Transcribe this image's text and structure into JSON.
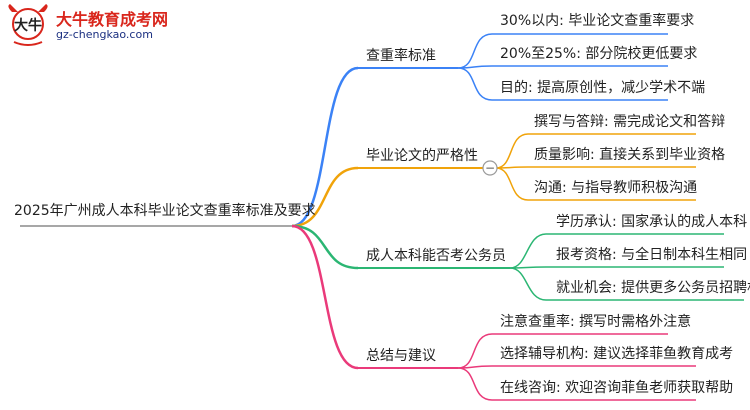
{
  "logo": {
    "name": "大牛教育成考网",
    "url": "gz-chengkao.com",
    "mark_text": "大牛"
  },
  "colors": {
    "branch_1": "#3b82f6",
    "branch_2": "#f0a30a",
    "branch_3": "#2bb673",
    "branch_4": "#ea3a7a",
    "root_line": "#8a8a8a"
  },
  "root": "2025年广州成人本科毕业论文查重率标准及要求",
  "branches": [
    {
      "label": "查重率标准",
      "children": [
        "30%以内: 毕业论文查重率要求",
        "20%至25%: 部分院校更低要求",
        "目的: 提高原创性，减少学术不端"
      ]
    },
    {
      "label": "毕业论文的严格性",
      "collapse_symbol": "−",
      "children": [
        "撰写与答辩: 需完成论文和答辩",
        "质量影响: 直接关系到毕业资格",
        "沟通: 与指导教师积极沟通"
      ]
    },
    {
      "label": "成人本科能否考公务员",
      "children": [
        "学历承认: 国家承认的成人本科",
        "报考资格: 与全日制本科生相同",
        "就业机会: 提供更多公务员招聘机会"
      ]
    },
    {
      "label": "总结与建议",
      "children": [
        "注意查重率: 撰写时需格外注意",
        "选择辅导机构: 建议选择菲鱼教育成考",
        "在线咨询: 欢迎咨询菲鱼老师获取帮助"
      ]
    }
  ]
}
